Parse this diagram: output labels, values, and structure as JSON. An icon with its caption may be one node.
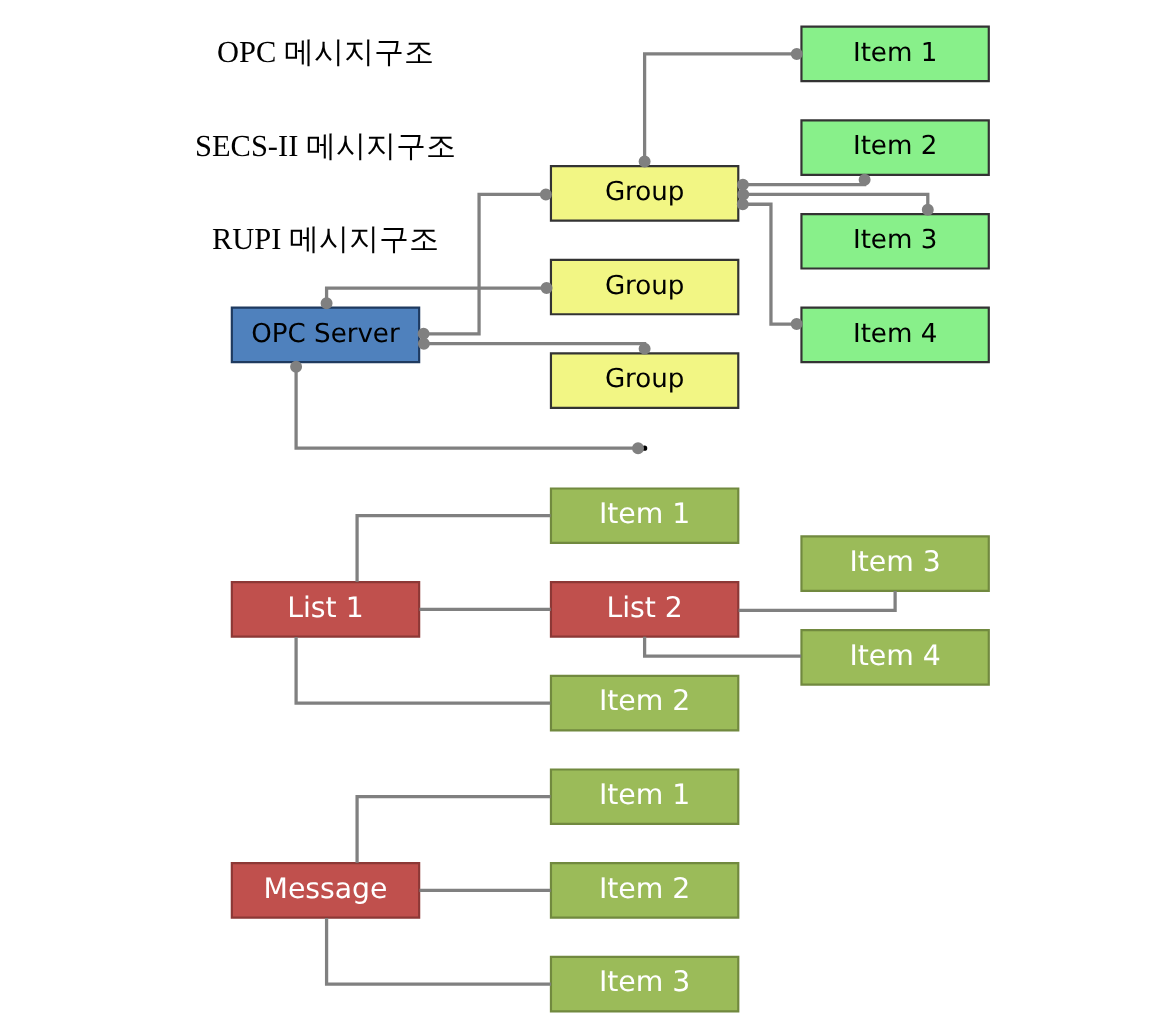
{
  "diagram": {
    "nodes": [
      {
        "text": [
          "Message"
        ]
      },
      {
        "text": [
          "Item 1"
        ]
      },
      {
        "text": [
          "Item 2"
        ]
      },
      {
        "text": [
          "Item 3"
        ]
      },
      {
        "text": [
          "List 1"
        ]
      },
      {
        "text": [
          "Item 1"
        ]
      },
      {
        "text": [
          "List 2"
        ]
      },
      {
        "text": [
          "Item 2"
        ]
      },
      {
        "text": [
          "Item 3"
        ]
      },
      {
        "text": [
          "Item 4"
        ]
      },
      {
        "text": [
          "OPC Server"
        ]
      },
      {
        "text": [
          "Group"
        ]
      },
      {
        "text": [
          "Item 1"
        ]
      },
      {
        "text": [
          "Item 2"
        ]
      },
      {
        "text": [
          "Item 3"
        ]
      },
      {
        "text": [
          "Item 4"
        ]
      },
      {
        "text": [
          "Group"
        ]
      },
      {
        "text": [
          "Group"
        ]
      }
    ],
    "edges": [
      {
        "from": 0,
        "to": 1,
        "arrow": "none"
      },
      {
        "from": 0,
        "to": 2,
        "arrow": "none"
      },
      {
        "from": 0,
        "to": 3,
        "arrow": "none"
      },
      {
        "from": 4,
        "to": 5,
        "arrow": "none"
      },
      {
        "from": 4,
        "to": 6,
        "arrow": "none"
      },
      {
        "from": 4,
        "to": 7,
        "arrow": "none"
      },
      {
        "from": 6,
        "to": 8,
        "arrow": "none"
      },
      {
        "from": 6,
        "to": 9,
        "arrow": "none"
      },
      {
        "from": 10,
        "to": 11,
        "arrow": "other"
      },
      {
        "from": 10,
        "to": 16,
        "arrow": "other"
      },
      {
        "from": 10,
        "to": 17,
        "arrow": "other"
      },
      {
        "from": 10,
        "to": null,
        "arrow": "other"
      },
      {
        "from": 11,
        "to": 12,
        "arrow": "other"
      },
      {
        "from": 11,
        "to": 13,
        "arrow": "other"
      },
      {
        "from": 11,
        "to": 14,
        "arrow": "other"
      },
      {
        "from": 11,
        "to": 15,
        "arrow": "other"
      }
    ],
    "labels": [
      "RUPI 메시지구조",
      "SECS-II 메시지구조",
      "OPC 메시지구조"
    ]
  }
}
